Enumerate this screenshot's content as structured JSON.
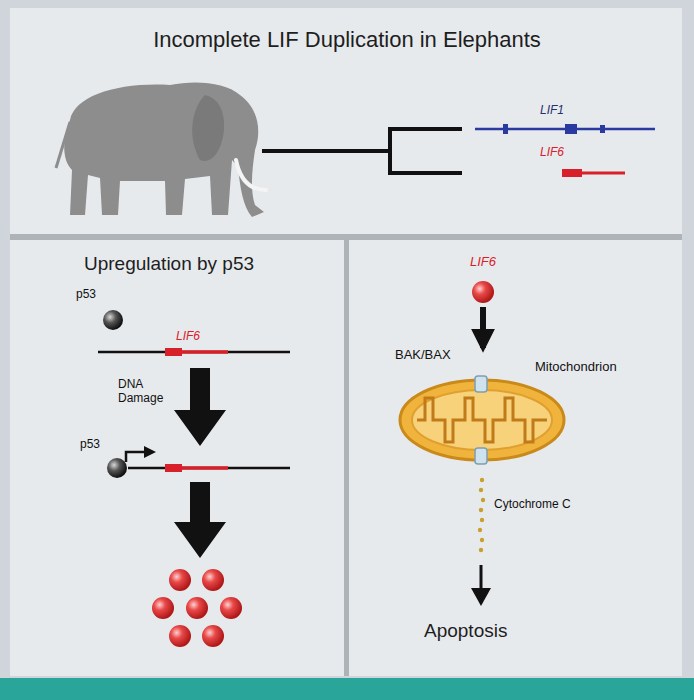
{
  "diagram": {
    "title": "Incomplete LIF Duplication in Elephants",
    "nodes": [
      {
        "text": [
          "Upregulation by p53"
        ]
      },
      {
        "text": [
          "LIF6"
        ]
      },
      {
        "text": [
          "BAK/BAX",
          "Mitochondrion"
        ]
      }
    ],
    "edges": [
      {
        "from": 1,
        "to": 2,
        "arrow": "to"
      }
    ],
    "labels": [
      "LIF1",
      "LIF6",
      "p53",
      "LIF6",
      "DNA Damage",
      "p53",
      "Cytochrome C",
      "Apoptosis"
    ]
  }
}
